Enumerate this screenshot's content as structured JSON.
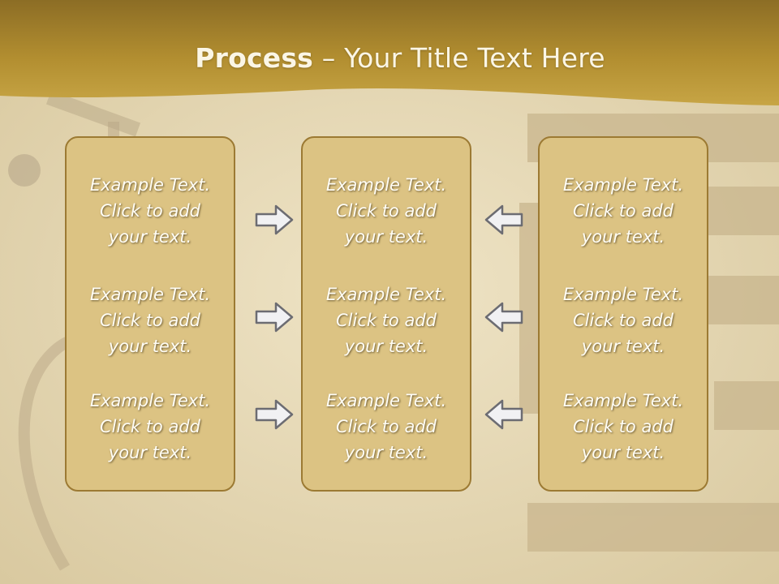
{
  "title": {
    "bold": "Process",
    "rest": " – Your Title Text Here"
  },
  "columns": [
    {
      "items": [
        {
          "l1": "Example Text.",
          "l2": "Click  to add",
          "l3": "your text."
        },
        {
          "l1": "Example Text.",
          "l2": "Click  to add",
          "l3": "your text."
        },
        {
          "l1": "Example Text.",
          "l2": "Click  to add",
          "l3": "your text."
        }
      ]
    },
    {
      "items": [
        {
          "l1": "Example Text.",
          "l2": "Click  to add",
          "l3": "your text."
        },
        {
          "l1": "Example Text.",
          "l2": "Click  to add",
          "l3": "your text."
        },
        {
          "l1": "Example Text.",
          "l2": "Click  to add",
          "l3": "your text."
        }
      ]
    },
    {
      "items": [
        {
          "l1": "Example Text.",
          "l2": "Click  to add",
          "l3": "your text."
        },
        {
          "l1": "Example Text.",
          "l2": "Click  to add",
          "l3": "your text."
        },
        {
          "l1": "Example Text.",
          "l2": "Click  to add",
          "l3": "your text."
        }
      ]
    }
  ],
  "arrows": {
    "left_group": "arrow-right-icon",
    "right_group": "arrow-left-icon"
  },
  "colors": {
    "header": "#b9932e",
    "box_fill": "#dcc383",
    "box_border": "#9c7a33",
    "background": "#e9dcb8"
  }
}
